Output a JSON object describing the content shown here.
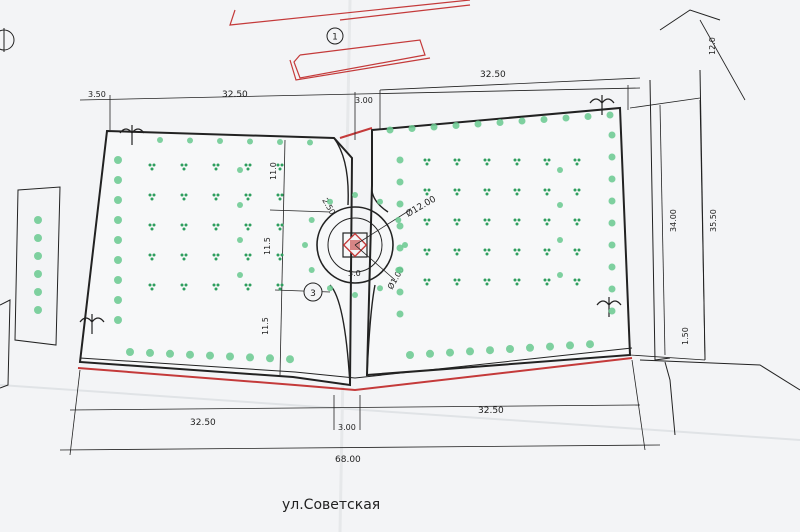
{
  "colors": {
    "paper": "#f3f4f6",
    "ink": "#222222",
    "red": "#c43a3a",
    "tree_fill": "#69c98f",
    "tree_dot": "#2e9e5e"
  },
  "street_label": "ул.Советская",
  "building_number": "1",
  "marker_number": "3",
  "dimensions": {
    "top_left_offset": "3.50",
    "top_left_width": "32.50",
    "top_center_gap": "3.00",
    "top_right_width": "32.50",
    "right_offset_top": "12.0",
    "right_height_inner": "34.00",
    "right_height_outer": "35.50",
    "right_offset_bottom": "1.50",
    "bottom_left_width": "32.50",
    "bottom_center_gap": "3.00",
    "bottom_right_width": "32.50",
    "total_width": "68.00",
    "center_v_top": "11.0",
    "center_v_mid": "11.5",
    "center_v_bottom": "11.5",
    "circle_diameter_outer": "Ø12.00",
    "circle_diameter_inner": "Ø1.00",
    "circle_small": "3.0",
    "circle_radius": "2.50"
  },
  "icons": [
    "lamp-icon",
    "tree-icon",
    "shrub-group-icon",
    "monument-icon"
  ]
}
